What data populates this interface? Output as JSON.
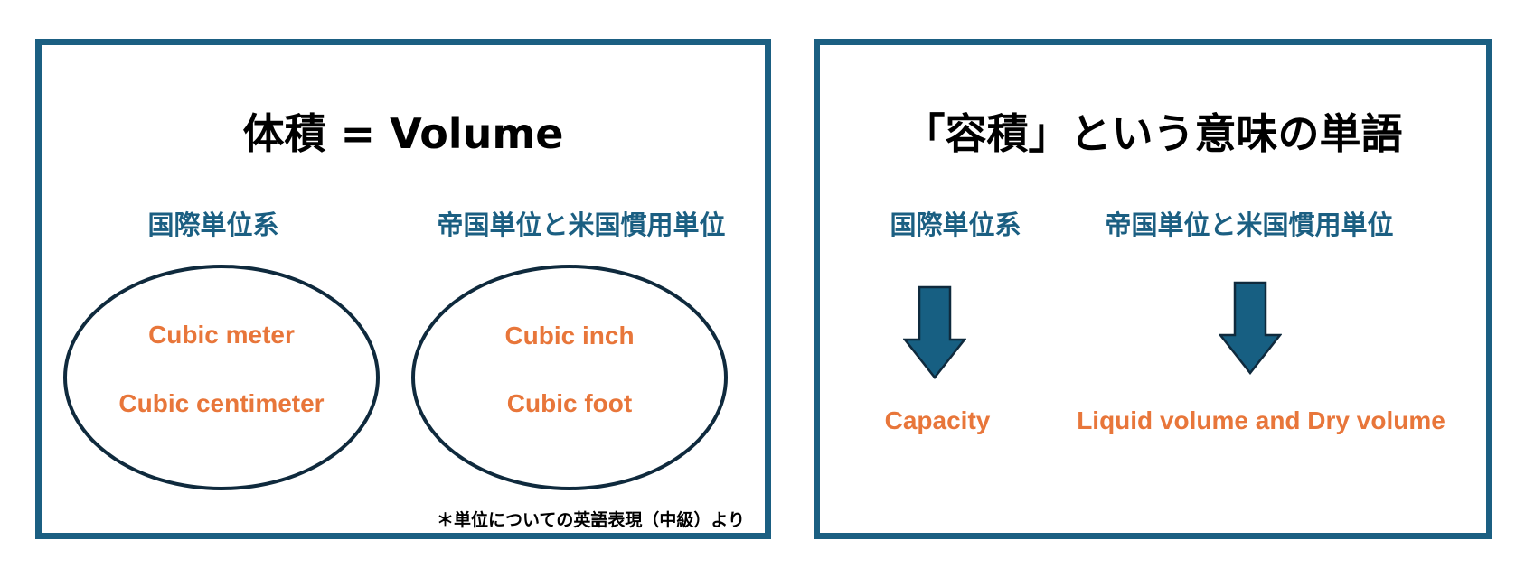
{
  "left_panel": {
    "title": "体積 = Volume",
    "groups": [
      {
        "heading": "国際単位系",
        "units": [
          "Cubic meter",
          "Cubic centimeter"
        ]
      },
      {
        "heading": "帝国単位と米国慣用単位",
        "units": [
          "Cubic inch",
          "Cubic foot"
        ]
      }
    ],
    "footnote": "＊単位についての英語表現（中級）より"
  },
  "right_panel": {
    "title": "「容積」という意味の単語",
    "groups": [
      {
        "heading": "国際単位系",
        "term": "Capacity"
      },
      {
        "heading": "帝国単位と米国慣用単位",
        "term": "Liquid volume and Dry volume"
      }
    ]
  },
  "colors": {
    "border": "#1b5f82",
    "heading": "#1b5f82",
    "unit_text": "#e8763a",
    "arrow_fill": "#175f82",
    "arrow_stroke": "#0f2a3d",
    "ellipse_stroke": "#0f2a3d"
  },
  "icons": {
    "arrow": "arrow-down-icon"
  }
}
